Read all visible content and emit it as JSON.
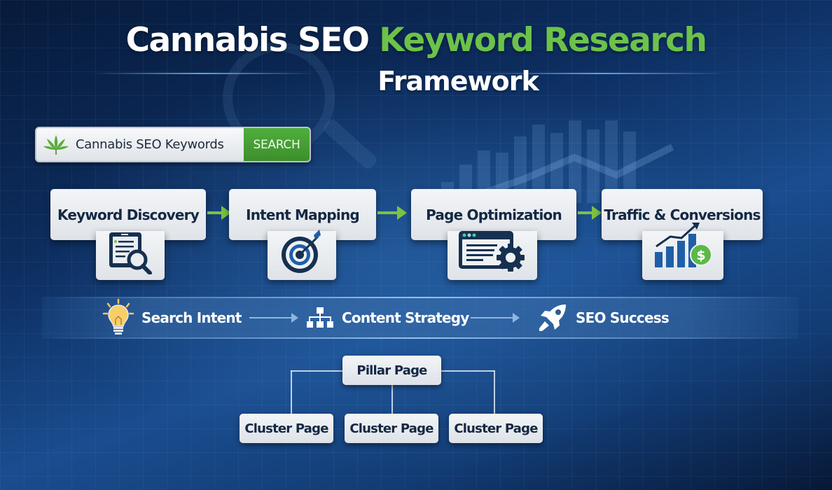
{
  "title": {
    "part1": "Cannabis SEO ",
    "part2": "Keyword Research",
    "line2": "Framework"
  },
  "search": {
    "value": "Cannabis SEO Keywords",
    "button_label": "SEARCH",
    "icon": "cannabis-leaf-icon"
  },
  "process": {
    "steps": [
      {
        "label": "Keyword Discovery",
        "icon": "document-search-icon"
      },
      {
        "label": "Intent Mapping",
        "icon": "target-icon"
      },
      {
        "label": "Page Optimization",
        "icon": "webpage-gear-icon"
      },
      {
        "label": "Traffic & Conversions",
        "icon": "growth-chart-dollar-icon"
      }
    ]
  },
  "flow": {
    "items": [
      {
        "label": "Search Intent",
        "icon": "lightbulb-icon"
      },
      {
        "label": "Content Strategy",
        "icon": "sitemap-icon"
      },
      {
        "label": "SEO Success",
        "icon": "rocket-icon"
      }
    ]
  },
  "hierarchy": {
    "pillar": "Pillar Page",
    "clusters": [
      "Cluster Page",
      "Cluster Page",
      "Cluster Page"
    ]
  },
  "colors": {
    "accent_green": "#6cc24a",
    "arrow_green": "#7cc242",
    "button_green": "#45a035",
    "navy_text": "#142843",
    "icon_blue": "#1f5fa8",
    "background_dark": "#071a3a",
    "background_mid": "#1a4d8f"
  }
}
